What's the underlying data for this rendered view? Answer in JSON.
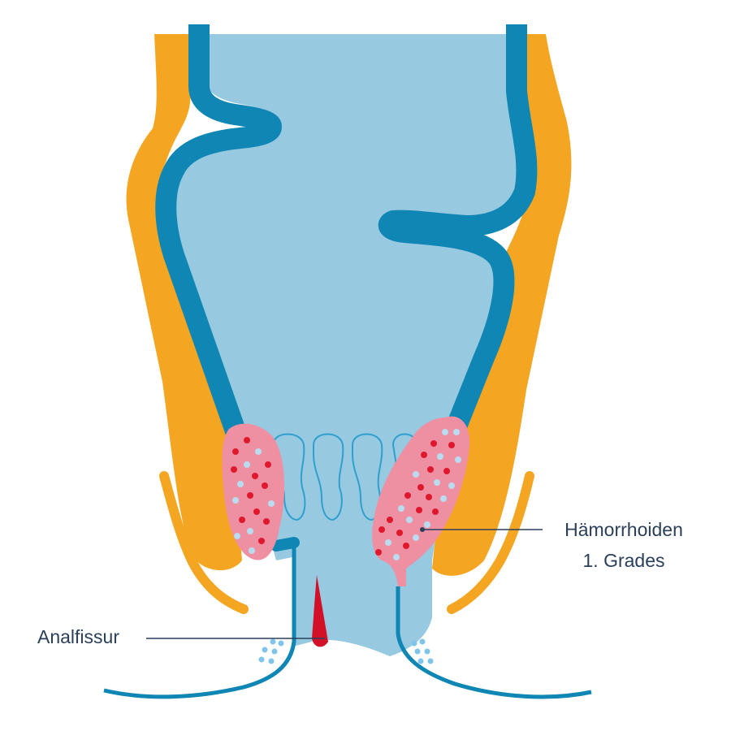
{
  "labels": {
    "hemorrhoids_line1": "Hämorrhoiden",
    "hemorrhoids_line2": "1. Grades",
    "fissure": "Analfissur"
  },
  "colors": {
    "lumen": "#97c9e1",
    "wall": "#0f86b3",
    "muscle": "#f4a623",
    "hemorrhoid": "#ef8fa2",
    "dot_red": "#e0182d",
    "dot_light": "#b9dcf0",
    "fissure": "#d21128",
    "fold": "#2f9fcf",
    "leader": "#2a3f5a",
    "skin_dots": "#7fc4ea"
  },
  "icons": {
    "left_cushion": "hemorrhoid-cushion",
    "right_cushion": "hemorrhoid-cushion",
    "fissure": "tear-mark"
  }
}
